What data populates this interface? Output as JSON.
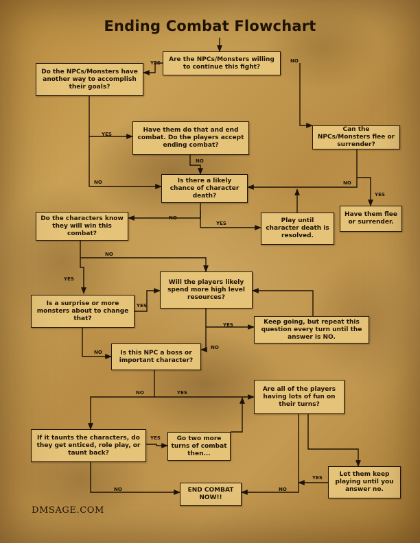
{
  "title": "Ending Combat Flowchart",
  "footer": "DMSAGE.COM",
  "boxes": {
    "willing": "Are the NPCs/Monsters willing to continue this fight?",
    "another_way": "Do the NPCs/Monsters have another way to accomplish their goals?",
    "have_them_do": "Have them do that and end combat. Do the players accept ending combat?",
    "flee": "Can the NPCs/Monsters flee or surrender?",
    "death_chance": "Is there a likely chance of character death?",
    "have_flee": "Have them flee or surrender.",
    "know_win": "Do the characters know they will win this combat?",
    "play_until": "Play until character death is resolved.",
    "resources": "Will the players likely spend more high level resources?",
    "surprise": "Is a surprise or more monsters about to change that?",
    "keep_going": "Keep going, but repeat this question every turn until the answer is NO.",
    "boss": "Is this NPC a boss or important character?",
    "fun": "Are all of the players having lots of fun on their turns?",
    "taunts": "If it taunts the characters, do they get enticed, role play, or taunt back?",
    "two_more": "Go two more turns of combat then...",
    "let_them": "Let them keep playing until you answer no.",
    "end": "END COMBAT NOW!!"
  },
  "labels": {
    "yes": "YES",
    "no": "NO"
  }
}
